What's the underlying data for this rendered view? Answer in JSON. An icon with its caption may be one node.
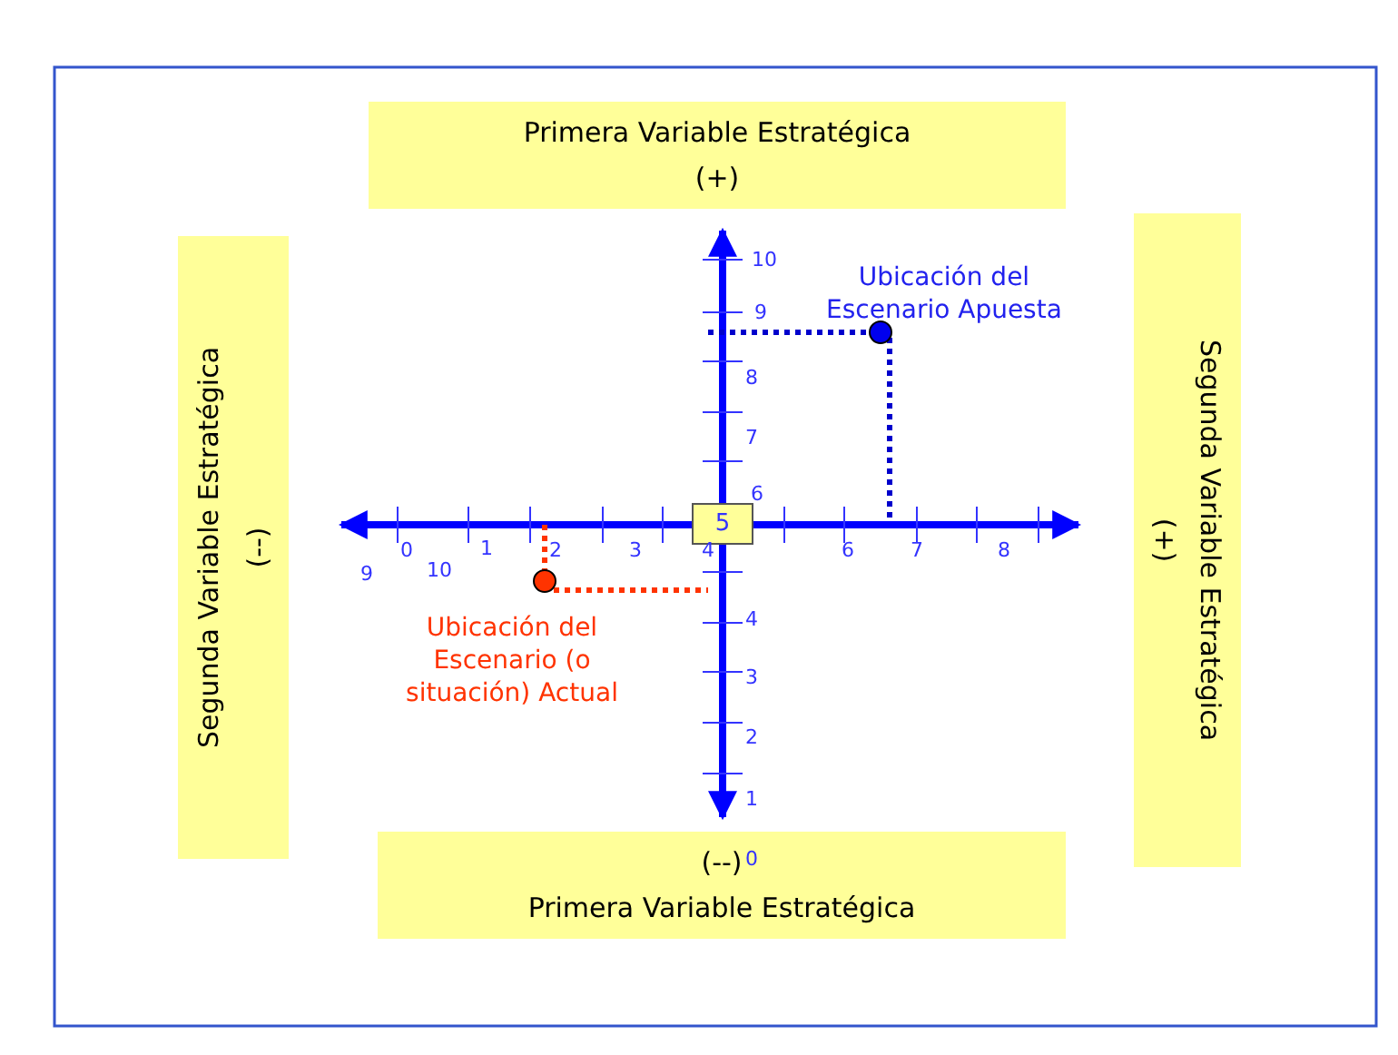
{
  "diagram": {
    "nodes": [
      {
        "text": [
          "Primera Variable Estratégica",
          "(+)"
        ]
      },
      {
        "text": [
          "Segunda Variable Estratégica",
          "(--)"
        ]
      },
      {
        "text": [
          "Segunda Variable Estratégica",
          "(+)"
        ]
      },
      {
        "text": [
          "5"
        ]
      },
      {
        "text": [
          "(--)",
          "Primera Variable Estratégica"
        ]
      }
    ],
    "edges": [],
    "labels": [
      "10",
      "Ubicación del Escenario Apuesta",
      "9",
      "8",
      "7",
      "6",
      "0",
      "1",
      "2",
      "3",
      "4",
      "6",
      "7",
      "8",
      "9",
      "10",
      "Ubicación del Escenario (o situación) Actual",
      "4",
      "3",
      "2",
      "1",
      "0"
    ]
  }
}
